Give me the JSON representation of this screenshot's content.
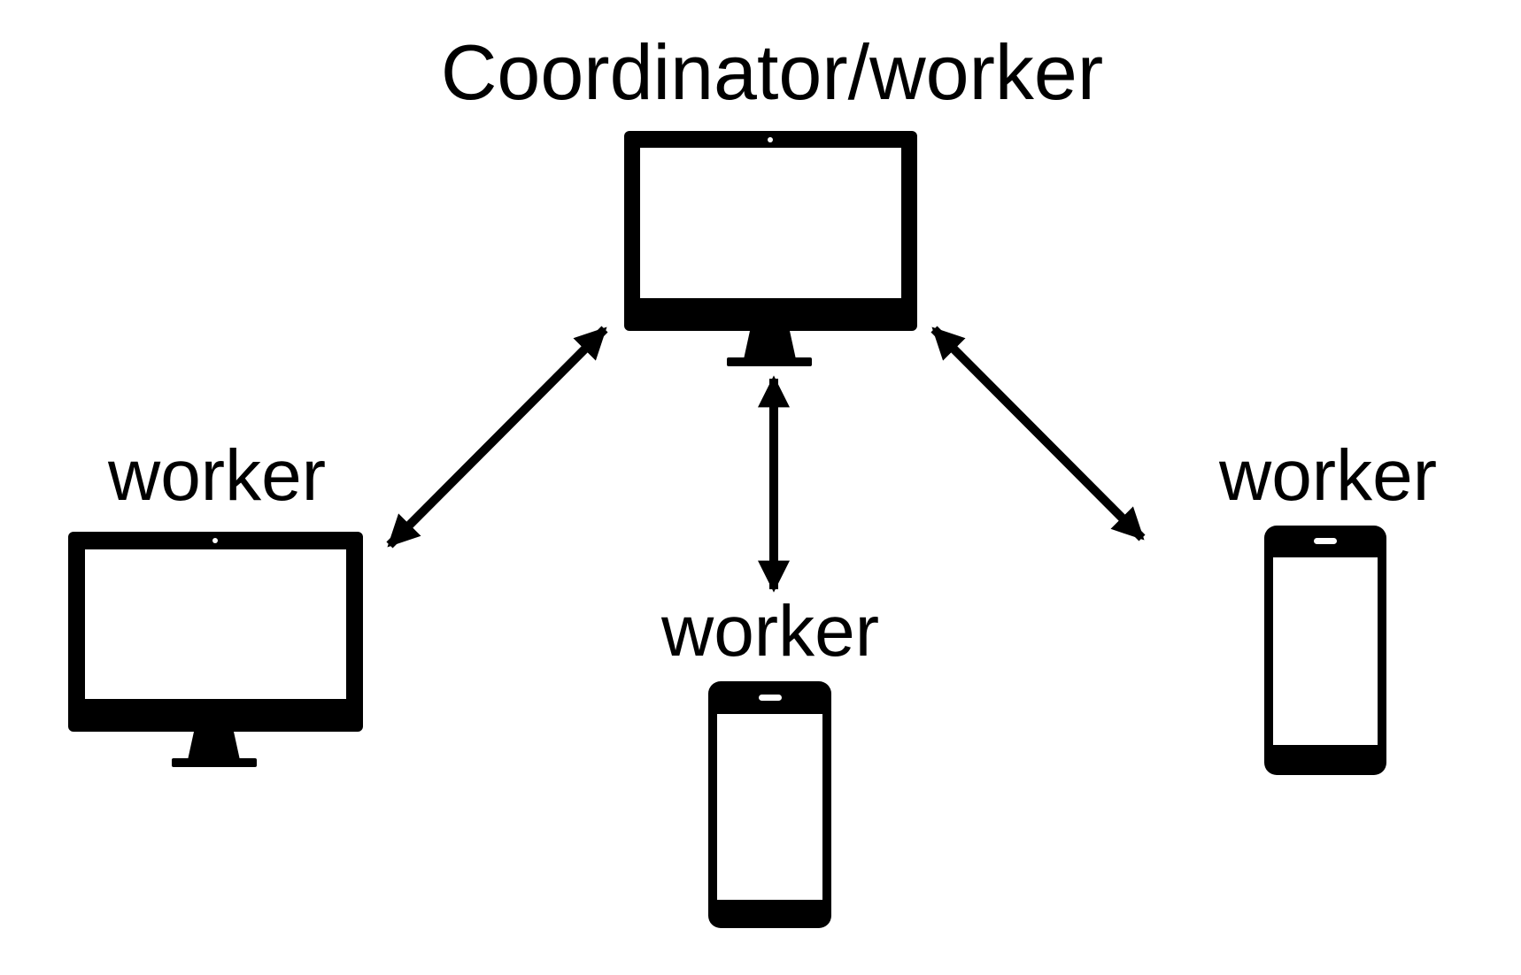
{
  "nodes": {
    "coordinator": {
      "label": "Coordinator/worker",
      "icon": "desktop-monitor-icon"
    },
    "left_worker": {
      "label": "worker",
      "icon": "desktop-monitor-icon"
    },
    "center_worker": {
      "label": "worker",
      "icon": "smartphone-icon"
    },
    "right_worker": {
      "label": "worker",
      "icon": "smartphone-icon"
    }
  },
  "connections": [
    {
      "from": "coordinator",
      "to": "left_worker",
      "direction": "bidirectional"
    },
    {
      "from": "coordinator",
      "to": "center_worker",
      "direction": "bidirectional"
    },
    {
      "from": "coordinator",
      "to": "right_worker",
      "direction": "bidirectional"
    }
  ],
  "colors": {
    "foreground": "#000000",
    "background": "#ffffff"
  }
}
